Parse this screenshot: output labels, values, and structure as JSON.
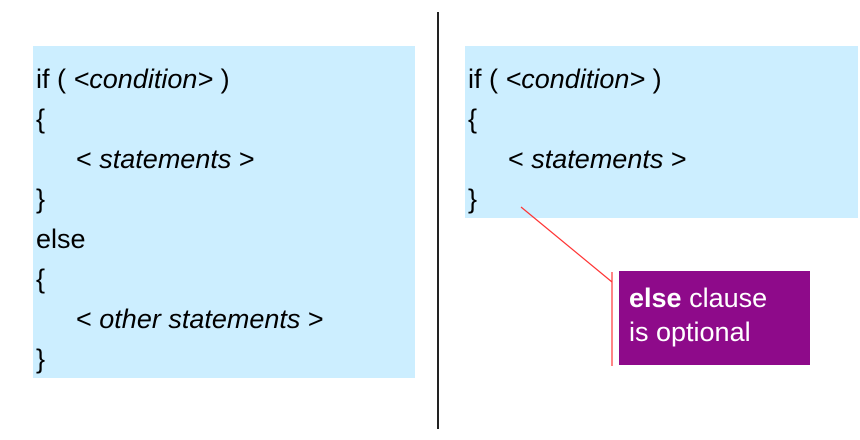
{
  "left_block": {
    "lines": [
      {
        "pre": "if ( ",
        "em": "<condition>",
        "post": " )"
      },
      {
        "pre": "{",
        "em": "",
        "post": ""
      },
      {
        "pre": "< ",
        "em": "statements",
        "post": " >"
      },
      {
        "pre": "}",
        "em": "",
        "post": ""
      },
      {
        "pre": "else",
        "em": "",
        "post": ""
      },
      {
        "pre": "{",
        "em": "",
        "post": ""
      },
      {
        "pre": "< ",
        "em": "other statements",
        "post": " >"
      },
      {
        "pre": "}",
        "em": "",
        "post": ""
      }
    ]
  },
  "right_block": {
    "lines": [
      {
        "pre": "if ( ",
        "em": "<condition>",
        "post": " )"
      },
      {
        "pre": "{",
        "em": "",
        "post": ""
      },
      {
        "pre": "< ",
        "em": "statements",
        "post": " >"
      },
      {
        "pre": "}",
        "em": "",
        "post": ""
      }
    ]
  },
  "callout": {
    "keyword": "else",
    "rest_line1": " clause",
    "line2": "is optional"
  },
  "colors": {
    "code_background": "#cceeff",
    "callout_background": "#8e0a8a",
    "callout_text": "#ffffff",
    "leader_line": "#ff3333",
    "divider": "#222222"
  }
}
